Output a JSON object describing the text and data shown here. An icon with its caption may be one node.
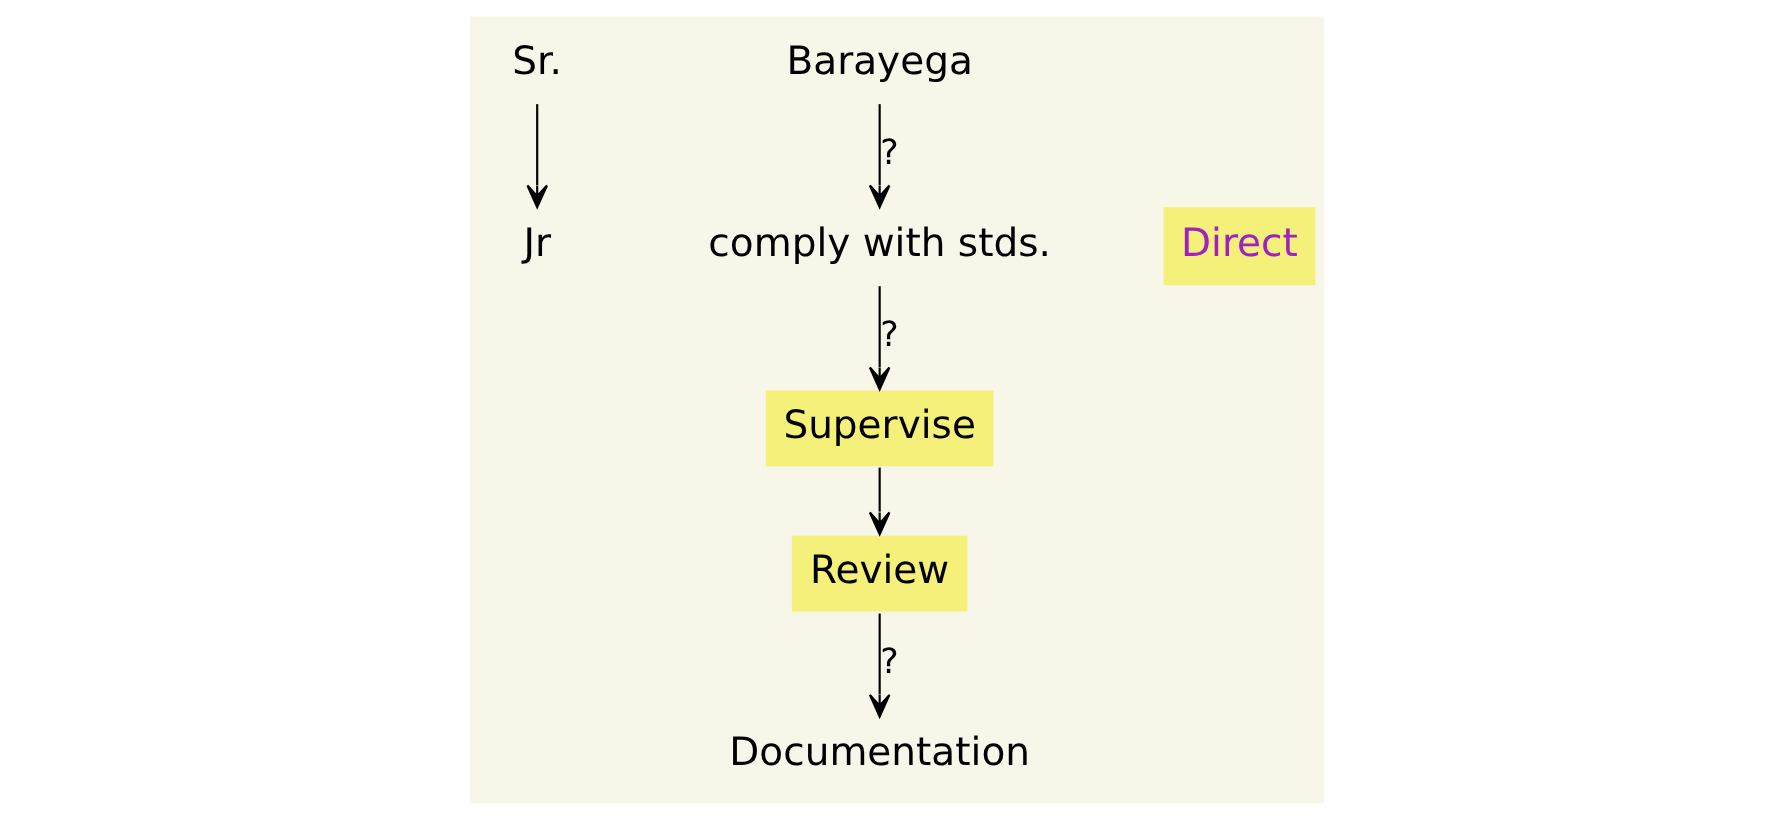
{
  "diagram": {
    "nodes": [
      {
        "text": [
          "Sr."
        ]
      },
      {
        "text": [
          "Jr"
        ]
      },
      {
        "text": [
          "Barayega"
        ]
      },
      {
        "text": [
          "comply with stds."
        ]
      },
      {
        "text": [
          "Supervise"
        ]
      },
      {
        "text": [
          "Review"
        ]
      },
      {
        "text": [
          "Documentation"
        ]
      }
    ],
    "edges": [
      {
        "from": 0,
        "to": 1,
        "arrow": "to"
      },
      {
        "from": 2,
        "to": 3,
        "arrow": "to",
        "label": "?"
      },
      {
        "from": 3,
        "to": 4,
        "arrow": "to",
        "label": "?"
      },
      {
        "from": 4,
        "to": 5,
        "arrow": "to"
      },
      {
        "from": 5,
        "to": 6,
        "arrow": "to",
        "label": "?"
      }
    ],
    "labels": [
      "Direct"
    ]
  }
}
